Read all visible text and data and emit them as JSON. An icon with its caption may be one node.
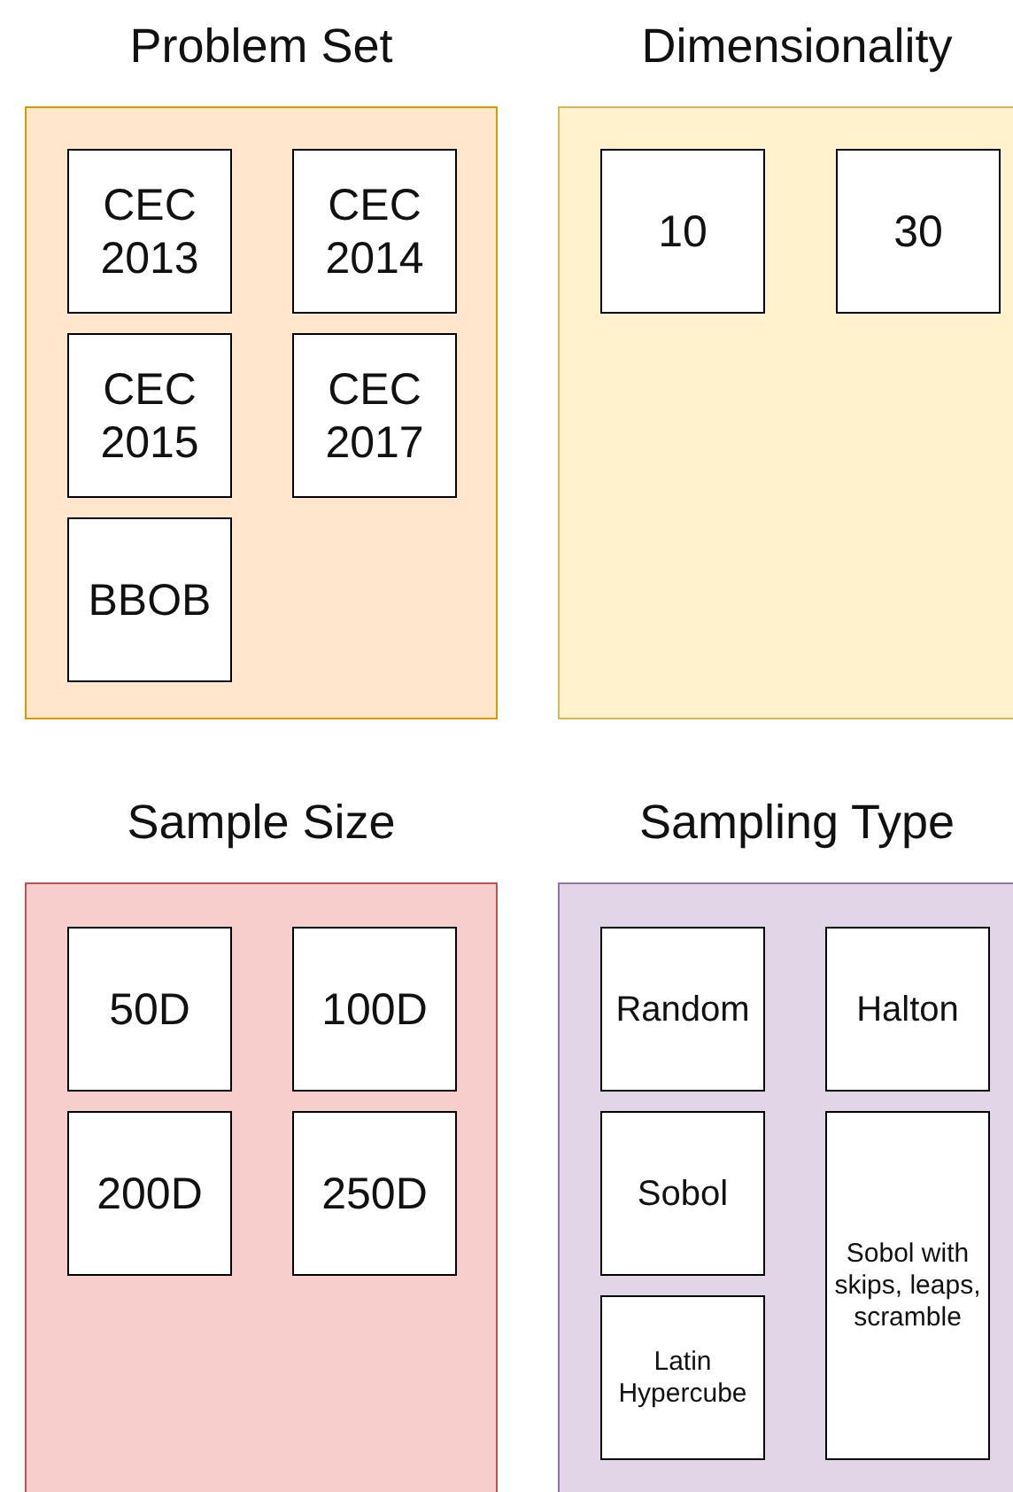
{
  "diagram": {
    "nodes": [
      {
        "text": [
          "Problem Set"
        ]
      },
      {
        "text": [
          "CEC 2013"
        ],
        "in": 0
      },
      {
        "text": [
          "CEC 2014"
        ],
        "in": 0
      },
      {
        "text": [
          "CEC 2015"
        ],
        "in": 0
      },
      {
        "text": [
          "CEC 2017"
        ],
        "in": 0
      },
      {
        "text": [
          "BBOB"
        ],
        "in": 0
      },
      {
        "text": [
          "Dimensionality"
        ]
      },
      {
        "text": [
          "10"
        ],
        "in": 6
      },
      {
        "text": [
          "30"
        ],
        "in": 6
      },
      {
        "text": [
          "Sample Size"
        ]
      },
      {
        "text": [
          "50D"
        ],
        "in": 9
      },
      {
        "text": [
          "100D"
        ],
        "in": 9
      },
      {
        "text": [
          "200D"
        ],
        "in": 9
      },
      {
        "text": [
          "250D"
        ],
        "in": 9
      },
      {
        "text": [
          "Sampling Type"
        ]
      },
      {
        "text": [
          "Random"
        ],
        "in": 14
      },
      {
        "text": [
          "Halton"
        ],
        "in": 14
      },
      {
        "text": [
          "Sobol"
        ],
        "in": 14
      },
      {
        "text": [
          "Latin Hypercube"
        ],
        "in": 14
      },
      {
        "text": [
          "Sobol with skips, leaps, scramble"
        ],
        "in": 14
      }
    ]
  }
}
